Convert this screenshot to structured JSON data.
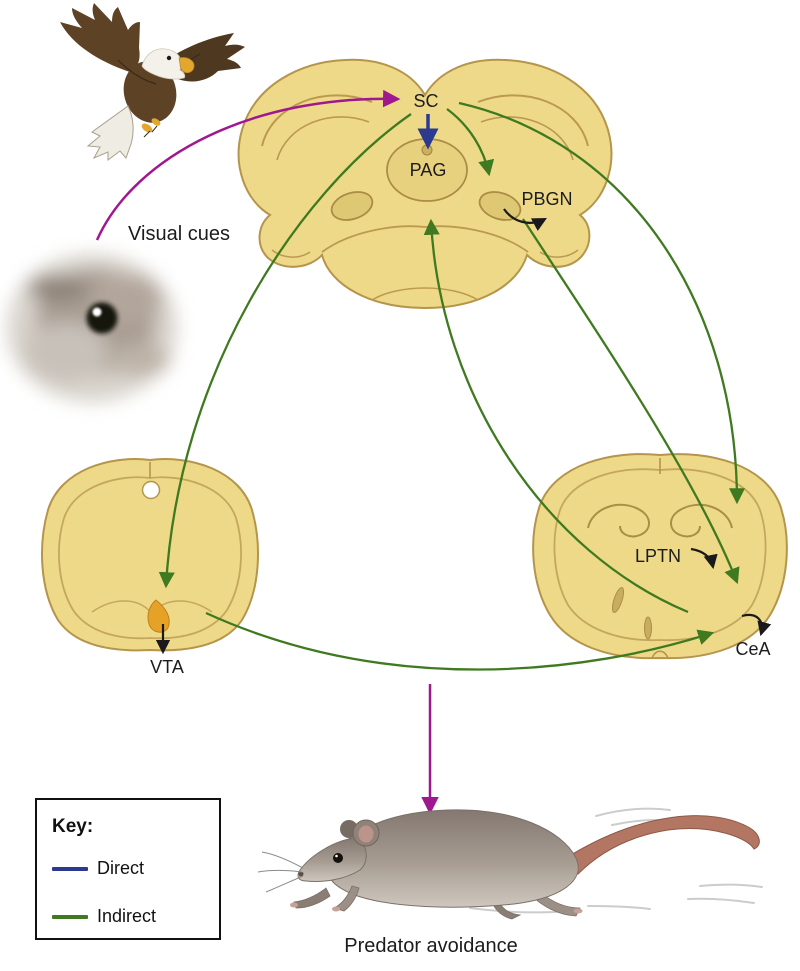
{
  "labels": {
    "visual_cues": "Visual cues",
    "sc": "SC",
    "pag": "PAG",
    "pbgn": "PBGN",
    "vta": "VTA",
    "lptn": "LPTN",
    "cea": "CeA",
    "predator_avoidance": "Predator avoidance"
  },
  "key": {
    "title": "Key:",
    "items": [
      {
        "label": "Direct",
        "color": "#2b3a8f"
      },
      {
        "label": "Indirect",
        "color": "#3f7a20"
      }
    ]
  },
  "colors": {
    "direct_pathway": "#2b3a8f",
    "indirect_pathway": "#3f7a20",
    "stimulus_pathway": "#a01890",
    "local_connection": "#1a1a1a",
    "brain_fill": "#eed989",
    "brain_outline": "#b5944b",
    "vta_spot": "#e6a227"
  },
  "icons": {
    "predator": "eagle-illustration",
    "prey_eye": "blurred-eye-illustration",
    "prey": "running-mouse-illustration"
  }
}
